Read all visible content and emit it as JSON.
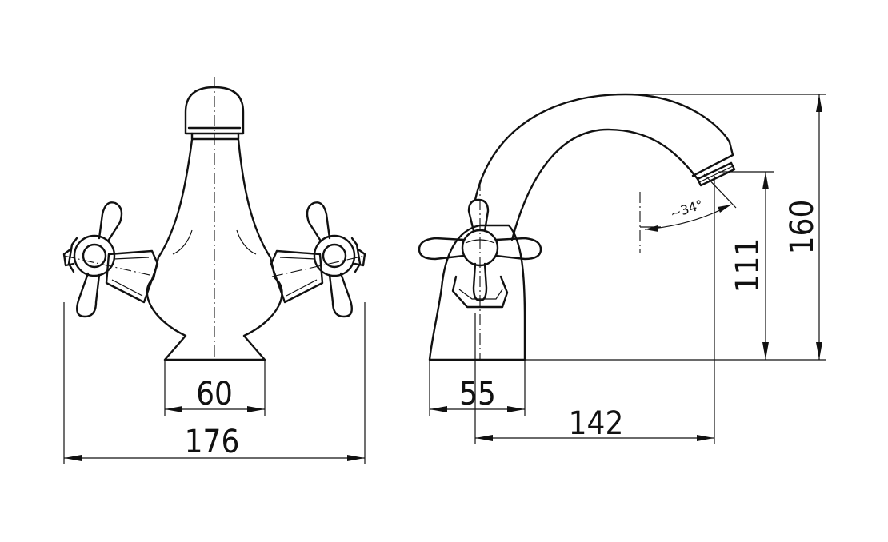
{
  "drawing": {
    "front_view": {
      "dimensions": {
        "base_width": "60",
        "overall_width": "176"
      }
    },
    "side_view": {
      "dimensions": {
        "base_depth": "55",
        "spout_reach": "142",
        "outlet_height": "111",
        "overall_height": "160",
        "outlet_angle": "~34°"
      }
    }
  }
}
